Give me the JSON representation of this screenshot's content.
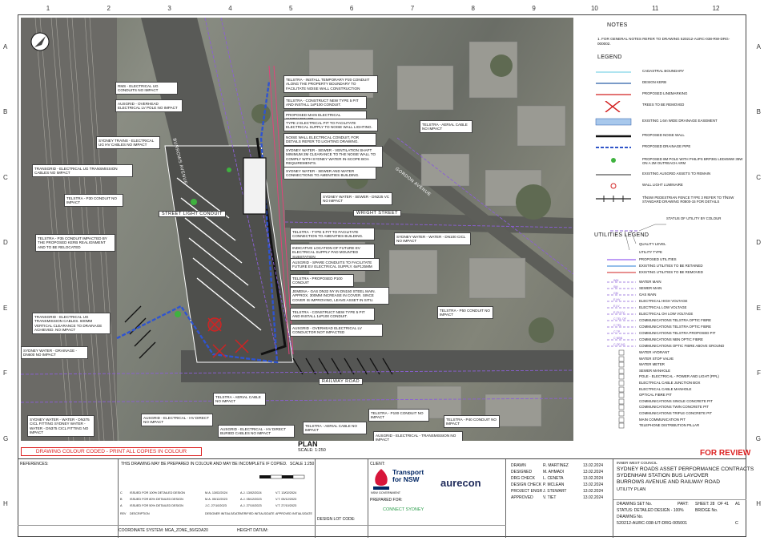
{
  "grid": {
    "columns": [
      "1",
      "2",
      "3",
      "4",
      "5",
      "6",
      "7",
      "8",
      "9",
      "10",
      "11",
      "12"
    ],
    "rows": [
      "A",
      "B",
      "C",
      "D",
      "E",
      "F",
      "G",
      "H"
    ]
  },
  "map": {
    "roads": [
      "BURROWS AVENUE",
      "WRIGHT STREET",
      "RAILWAY ROAD",
      "GORDON AVENUE",
      "RAILWAY ROAD"
    ],
    "street_light_conduit": "STREET LIGHT CONDUIT",
    "notes": [
      "RMS - ELECTRICAL UG CONDUITS NO IMPACT",
      "AUSGRID - OVERHEAD ELECTRICAL LV POLE NO IMPACT",
      "SYDNEY TRAINS - ELECTRICAL UG HV CABLES NO IMPACT",
      "TRANSGRID - ELECTRICAL UG TRANSMISSION CABLES NO IMPACT",
      "TELSTRA - P30 CONDUIT NO IMPACT",
      "TELSTRA - P35 CONDUIT IMPACTED BY THE PROPOSED KERB REALIGNMENT AND TO BE RELOCATED",
      "TRANSGRID - ELECTRICAL UG TRANSMISSION CABLES. 600MM VERTICAL CLEARANCE TO DRAINAGE ACHIEVED. NO IMPACT",
      "SYDNEY WATER - DRAINAGE - DN600 NO IMPACT",
      "SYDNEY WATER - WATER - DN375 CICL FITTING SYDNEY WATER - WATER - DN375 CICL FITTING NO IMPACT",
      "TELSTRA - INSTALL TEMPORARY P20 CONDUIT ALONG THE PROPERTY BOUNDARY TO FACILITATE NOISE WALL CONSTRUCTION",
      "TELSTRA - CONSTRUCT NEW TYPE 5 PIT AND INSTALL 1xP100 CONDUIT.",
      "PROPOSED MAIN ELECTRICAL SWITCHBOARD",
      "TYPE 2 ELECTRICAL PIT TO FACILITATE ELECTRICAL SUPPLY TO NOISE WALL LIGHTING.",
      "NOISE WALL ELECTRICAL CONDUIT, FOR DETAILS REFER TO LIGHTING DRAWING.",
      "SYDNEY WATER - SEWER - VENTILATION SHAFT MINIMUM 2M CLEARANCE TO THE NOISE WALL TO COMPLY WITH SYDNEY WATER IN-SCOPE BOA REQUIREMENTS.",
      "SYDNEY WATER - SEWER AND WATER CONNECTIONS TO AMENITIES BUILDING.",
      "SYDNEY WATER - SEWER - DN225 VC NO IMPACT",
      "TELSTRA - AERIAL CABLE NO IMPACT",
      "TELSTRA - TYPE 5 PIT TO FACILITATE CONNECTION TO AMENITIES BUILDING.",
      "INDICATIVE LOCATION OF FUTURE EV ELECTRICAL SUPPLY PAD MOUNTED SUBSTATION",
      "AUSGRID - SPARE CONDUITS TO FACILITATE FUTURE EV ELECTRICAL SUPPLY. 6xP125MM",
      "TELSTRA - PROPOSED P100 CONDUIT",
      "JEMENA - GAS DN32 NY IN DN150 STEEL MAIN. APPROX. 300MM INCREASE IN COVER. SINCE COVER IS IMPROVING, LEAVE ASSET IN SITU.",
      "TELSTRA - CONSTRUCT NEW TYPE 5 PIT AND INSTALL 1xP100 CONDUIT.",
      "AUSGRID - OVERHEAD ELECTRICAL LV CONDUCTOR NOT IMPACTED",
      "SYDNEY WATER - WATER - DN100 CICL NO IMPACT",
      "TELSTRA - P50 CONDUIT NO IMPACT",
      "AUSGRID - ELECTRICAL - HV DIRECT NO IMPACT",
      "AUSGRID - ELECTRICAL - HV DIRECT BURIED CABLES NO IMPACT",
      "TELSTRA - AERIAL CABLE NO IMPACT",
      "TELSTRA - P100 CONDUIT NO IMPACT",
      "TELSTRA - P40 CONDUIT NO IMPACT",
      "AUSGRID - ELECTRICAL - TRANSMISSION NO IMPACT",
      "TELSTRA - AERIAL CABLE NO IMPACT"
    ]
  },
  "plan": {
    "title": "PLAN",
    "scale": "SCALE: 1:250"
  },
  "colour_note": "DRAWING COLOUR CODED - PRINT ALL COPIES IN COLOUR",
  "for_review": "FOR REVIEW",
  "notes": {
    "heading": "NOTES",
    "items": [
      "1.   FOR GENERAL NOTES REFER TO DRAWING 520212-AURC-038-RW-DRG-000002."
    ]
  },
  "legend": {
    "heading": "LEGEND",
    "items": [
      "CADASTRAL BOUNDARY",
      "DESIGN KERB",
      "PROPOSED LINEMARKING",
      "TREES TO BE REMOVED",
      "EXISTING 1.6m WIDE DRAINAGE EASEMENT",
      "PROPOSED NOISE WALL",
      "PROPOSED DRAINAGE PIPE",
      "PROPOSED 8M POLE WITH PHILIPS BRP381 LED45NW 35W ON A 2M OUTREACH ARM",
      "EXISTING AUSGRID ASSETS TO REMAIN",
      "WALL LIGHT LUMINAIRE",
      "TfNSW PEDESTRIAN FENCE TYPE 3 REFER TO TfNSW STANDARD DRAWING R0800-15 FOR DETAILS"
    ],
    "colors": [
      "#7fd3e6",
      "#2b5fa6",
      "#d22222",
      "#d22222",
      "#a8c8ec",
      "#111111",
      "#3055c8",
      "#3fb23f",
      "#555555",
      "#d22222",
      "#222222"
    ]
  },
  "utilities": {
    "heading": "UTILITIES LEGEND",
    "callouts": [
      "STATUS OF UTILITY BY COLOUR",
      "QUALITY LEVEL",
      "UTILITY TYPE"
    ],
    "status": [
      {
        "label": "PROPOSED UTILITIES",
        "color": "#7c3aed"
      },
      {
        "label": "EXISTING UTILITIES TO BE RETAINED",
        "color": "#2a7dd6"
      },
      {
        "label": "EXISTING UTILITIES TO BE REMOVED",
        "color": "#d22222"
      }
    ],
    "types": [
      {
        "code": "WM",
        "label": "WATER MAIN"
      },
      {
        "code": "SM",
        "label": "SEWER MAIN"
      },
      {
        "code": "GM",
        "label": "GAS MAIN"
      },
      {
        "code": "E HV",
        "label": "ELECTRICAL HIGH VOLTAGE"
      },
      {
        "code": "E LV",
        "label": "ELECTRICAL LOW VOLTAGE"
      },
      {
        "code": "E OH LV",
        "label": "ELECTRICAL OH LOW VOLTAGE"
      },
      {
        "code": "C TEL OF",
        "label": "COMMUNICATIONS TELSTRA OPTIC FIBRE"
      },
      {
        "code": "C TEL",
        "label": "COMMUNICATIONS TELSTRA OPTIC FIBRE"
      },
      {
        "code": "C TP",
        "label": "COMMUNICATIONS TELSTRA PROPOSED PIT"
      },
      {
        "code": "C NBN",
        "label": "COMMUNICATIONS NBN OPTIC FIBRE"
      },
      {
        "code": "C OF AG",
        "label": "COMMUNICATIONS OPTIC FIBRE ABOVE GROUND"
      }
    ],
    "symbols": [
      "WATER HYDRANT",
      "WATER STOP VALVE",
      "WATER METER",
      "SEWER MANHOLE",
      "POLE - ELECTRICAL - POWER AND LIGHT (PPL)",
      "ELECTRICAL CABLE JUNCTION BOX",
      "ELECTRICAL CABLE MANHOLE",
      "OPTICAL FIBRE PIT",
      "COMMUNICATIONS SINGLE CONCRETE PIT",
      "COMMUNICATIONS TWIN CONCRETE PIT",
      "COMMUNICATIONS TRIPLE CONCRETE PIT",
      "MAIN COMMUNICATION PIT",
      "TELEPHONE DISTRIBUTION PILLAR"
    ]
  },
  "title_block": {
    "references_label": "REFERENCES:",
    "colour_disclaimer": "THIS DRAWING MAY BE PREPARED IN COLOUR AND MAY BE INCOMPLETE IF COPIED.",
    "scale_small": "SCALE 1:250",
    "revisions": [
      {
        "rev": "C",
        "desc": "ISSUED FOR 100% DETAILED DESIGN",
        "designer": "M.A. 13/02/2024",
        "verified": "A.J. 13/02/2024",
        "approved": "V.T. 13/02/2024"
      },
      {
        "rev": "B",
        "desc": "ISSUED FOR 80% DETAILED DESIGN",
        "designer": "M.A. 05/12/2023",
        "verified": "A.J. 05/12/2023",
        "approved": "V.T. 05/12/2023"
      },
      {
        "rev": "A",
        "desc": "ISSUED FOR 50% DETAILED DESIGN",
        "designer": "J.C. 27/10/2023",
        "verified": "A.J. 27/10/2023",
        "approved": "V.T. 27/10/2023"
      }
    ],
    "rev_headers": [
      "REV",
      "DESCRIPTION",
      "DESIGNER INITIALS/DATE",
      "VERIFIED INITIALS/DATE",
      "APPROVED INITIALS/DATE"
    ],
    "coordinate_system": "COORDINATE SYSTEM: MGA_ZONE_56/GDA20",
    "height_datum": "HEIGHT DATUM:",
    "lot_code": "DESIGN LOT CODE:",
    "client_label": "CLIENT:",
    "client_name": "Transport for NSW",
    "nsw_text": "NSW GOVERNMENT",
    "prepared_for": "PREPARED FOR:",
    "partner": "CONNECT SYDNEY",
    "consultant": "aurecon",
    "staff": [
      {
        "role": "DRAWN",
        "name": "R. MARTINEZ",
        "date": "13.02.2024"
      },
      {
        "role": "DESIGNED",
        "name": "M. AHMADI",
        "date": "13.02.2024"
      },
      {
        "role": "DRG CHECK",
        "name": "L. CENETA",
        "date": "13.02.2024"
      },
      {
        "role": "DESIGN CHECK",
        "name": "P. MCLEAN",
        "date": "13.02.2024"
      },
      {
        "role": "PROJECT ENGR",
        "name": "J. STEWART",
        "date": "13.02.2024"
      },
      {
        "role": "APPROVED",
        "name": "V. TIET",
        "date": "13.02.2024"
      }
    ],
    "council": "INNER WEST COUNCIL",
    "project_lines": [
      "SYDNEY ROADS ASSET PERFORMANCE CONTRACTS",
      "SYDENHAM STATION BUS LAYOVER",
      "BURROWS AVENUE AND RAILWAY ROAD"
    ],
    "sheet_title": "UTILITY PLAN",
    "drawing_set_label": "DRAWING SET No.",
    "part_label": "PART:",
    "sheet_label": "SHEET: 28",
    "of_label": "OF 41",
    "size": "A1",
    "status": "STATUS: DETAILED DESIGN - 100%",
    "bridge_label": "BRIDGE No.",
    "drawing_number_label": "DRAWING No.",
    "drawing_number": "520212-AURC-038-UT-DRG-005001",
    "drawing_rev": "C"
  }
}
